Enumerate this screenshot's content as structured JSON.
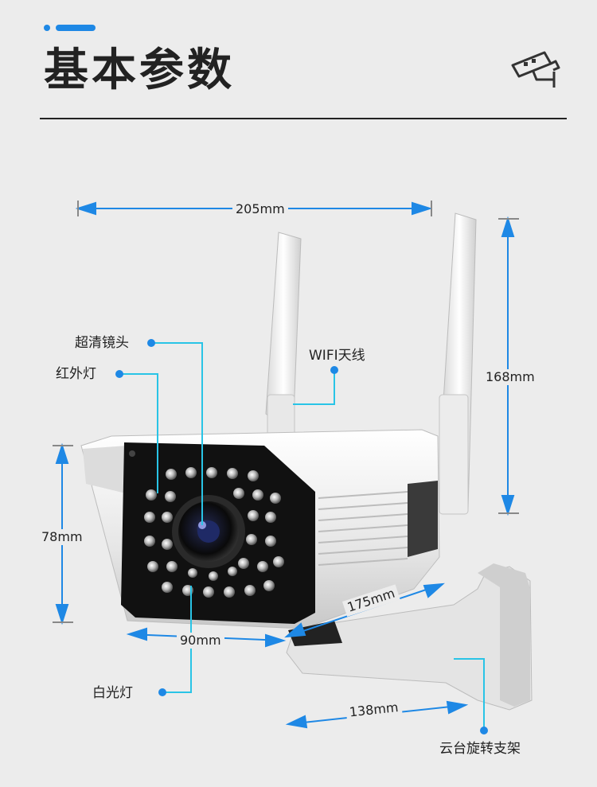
{
  "page": {
    "title": "基本参数"
  },
  "dimensions": {
    "width_label": "205mm",
    "height_label": "168mm",
    "front_height_label": "78mm",
    "front_width_label": "90mm",
    "body_length_label": "175mm",
    "bracket_length_label": "138mm"
  },
  "callouts": {
    "lens": "超清镜头",
    "infrared": "红外灯",
    "wifi": "WIFI天线",
    "white_light": "白光灯",
    "bracket": "云台旋转支架"
  },
  "colors": {
    "accent": "#1e88e5",
    "leader": "#29c4e6",
    "background": "#ececec"
  }
}
